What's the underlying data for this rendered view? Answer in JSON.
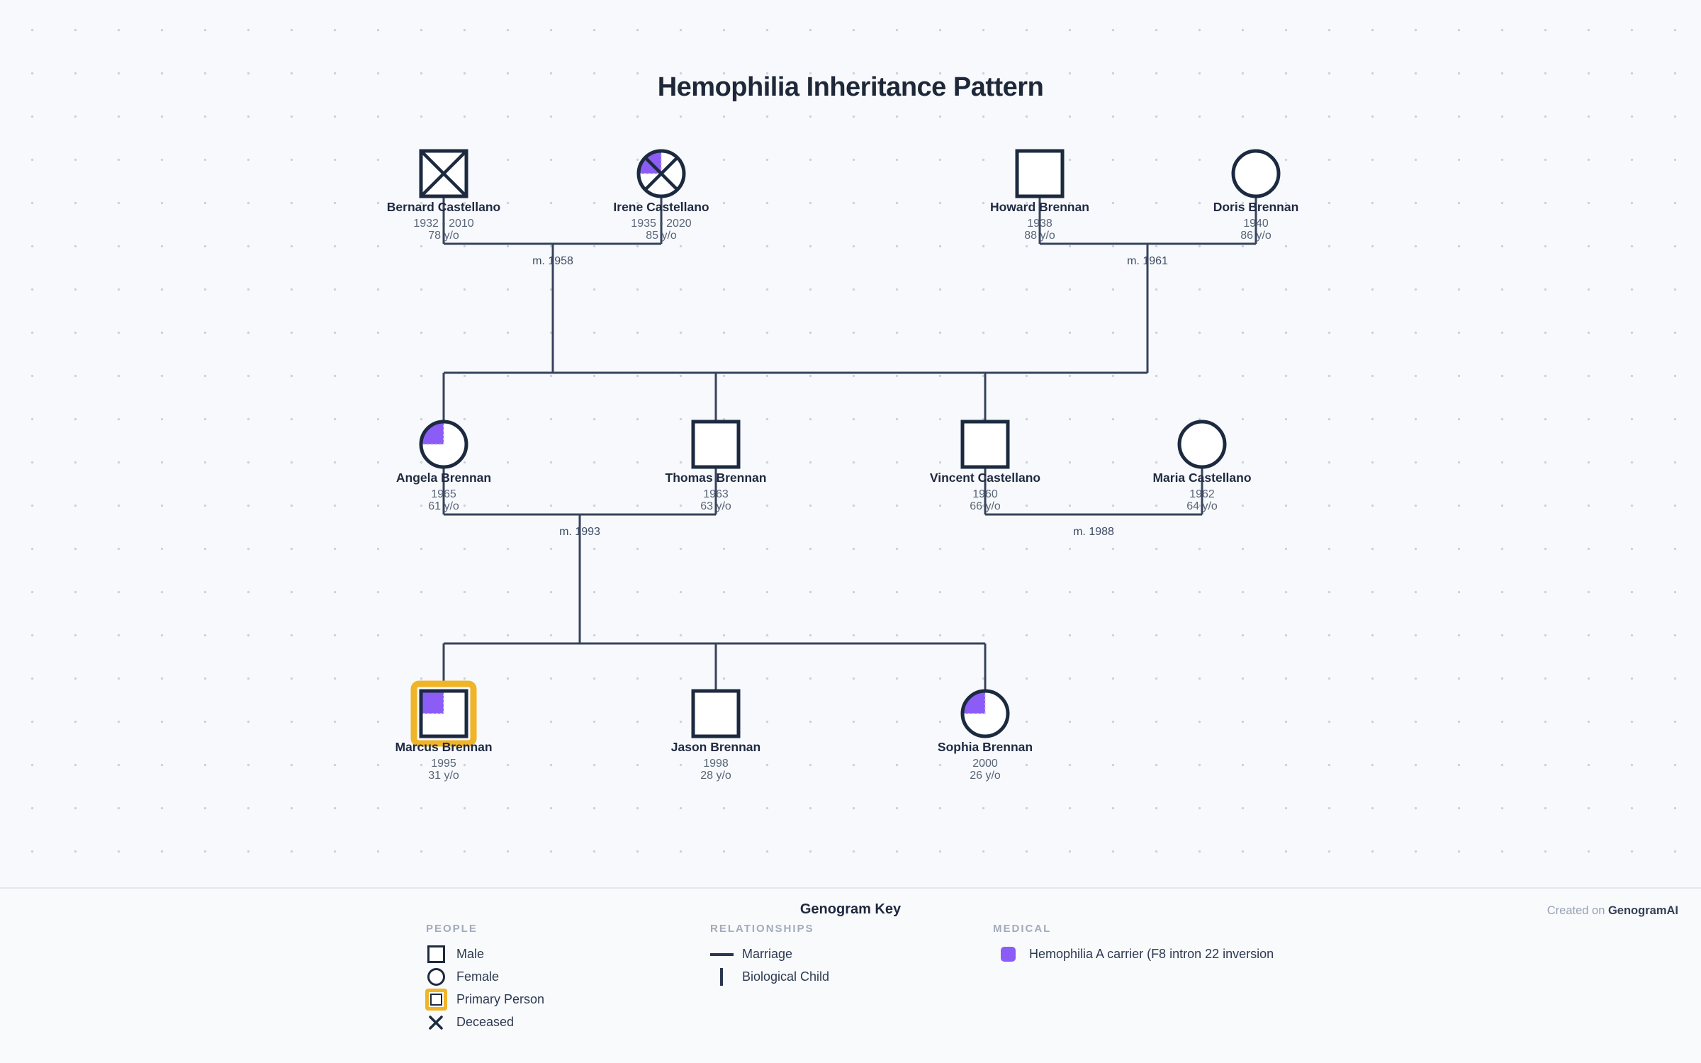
{
  "title": "Hemophilia Inheritance Pattern",
  "people": [
    {
      "name": "Bernard Castellano",
      "years": "1932 - 2010",
      "age": "78 y/o",
      "sex": "male",
      "deceased": true,
      "carrier": false,
      "primary": false
    },
    {
      "name": "Irene Castellano",
      "years": "1935 - 2020",
      "age": "85 y/o",
      "sex": "female",
      "deceased": true,
      "carrier": true,
      "primary": false
    },
    {
      "name": "Howard Brennan",
      "years": "1938",
      "age": "88 y/o",
      "sex": "male",
      "deceased": false,
      "carrier": false,
      "primary": false
    },
    {
      "name": "Doris Brennan",
      "years": "1940",
      "age": "86 y/o",
      "sex": "female",
      "deceased": false,
      "carrier": false,
      "primary": false
    },
    {
      "name": "Angela Brennan",
      "years": "1965",
      "age": "61 y/o",
      "sex": "female",
      "deceased": false,
      "carrier": true,
      "primary": false
    },
    {
      "name": "Thomas Brennan",
      "years": "1963",
      "age": "63 y/o",
      "sex": "male",
      "deceased": false,
      "carrier": false,
      "primary": false
    },
    {
      "name": "Vincent Castellano",
      "years": "1960",
      "age": "66 y/o",
      "sex": "male",
      "deceased": false,
      "carrier": false,
      "primary": false
    },
    {
      "name": "Maria Castellano",
      "years": "1962",
      "age": "64 y/o",
      "sex": "female",
      "deceased": false,
      "carrier": false,
      "primary": false
    },
    {
      "name": "Marcus Brennan",
      "years": "1995",
      "age": "31 y/o",
      "sex": "male",
      "deceased": false,
      "carrier": true,
      "primary": true
    },
    {
      "name": "Jason Brennan",
      "years": "1998",
      "age": "28 y/o",
      "sex": "male",
      "deceased": false,
      "carrier": false,
      "primary": false
    },
    {
      "name": "Sophia Brennan",
      "years": "2000",
      "age": "26 y/o",
      "sex": "female",
      "deceased": false,
      "carrier": true,
      "primary": false
    }
  ],
  "marriages": [
    {
      "label": "m. 1958"
    },
    {
      "label": "m. 1961"
    },
    {
      "label": "m. 1993"
    },
    {
      "label": "m. 1988"
    }
  ],
  "key": {
    "title": "Genogram Key",
    "credit_prefix": "Created on",
    "credit_brand": "GenogramAI",
    "people_header": "PEOPLE",
    "relationships_header": "RELATIONSHIPS",
    "medical_header": "MEDICAL",
    "items": {
      "male": "Male",
      "female": "Female",
      "primary": "Primary Person",
      "deceased": "Deceased",
      "marriage": "Marriage",
      "biological_child": "Biological Child",
      "carrier": "Hemophilia A carrier (F8 intron 22 inversion"
    }
  },
  "colors": {
    "carrier_purple": "#8b5cf6",
    "primary_gold": "#f0b429",
    "shape_stroke": "#1c2a40",
    "connector": "#36435c",
    "background": "#f7f9fc"
  }
}
